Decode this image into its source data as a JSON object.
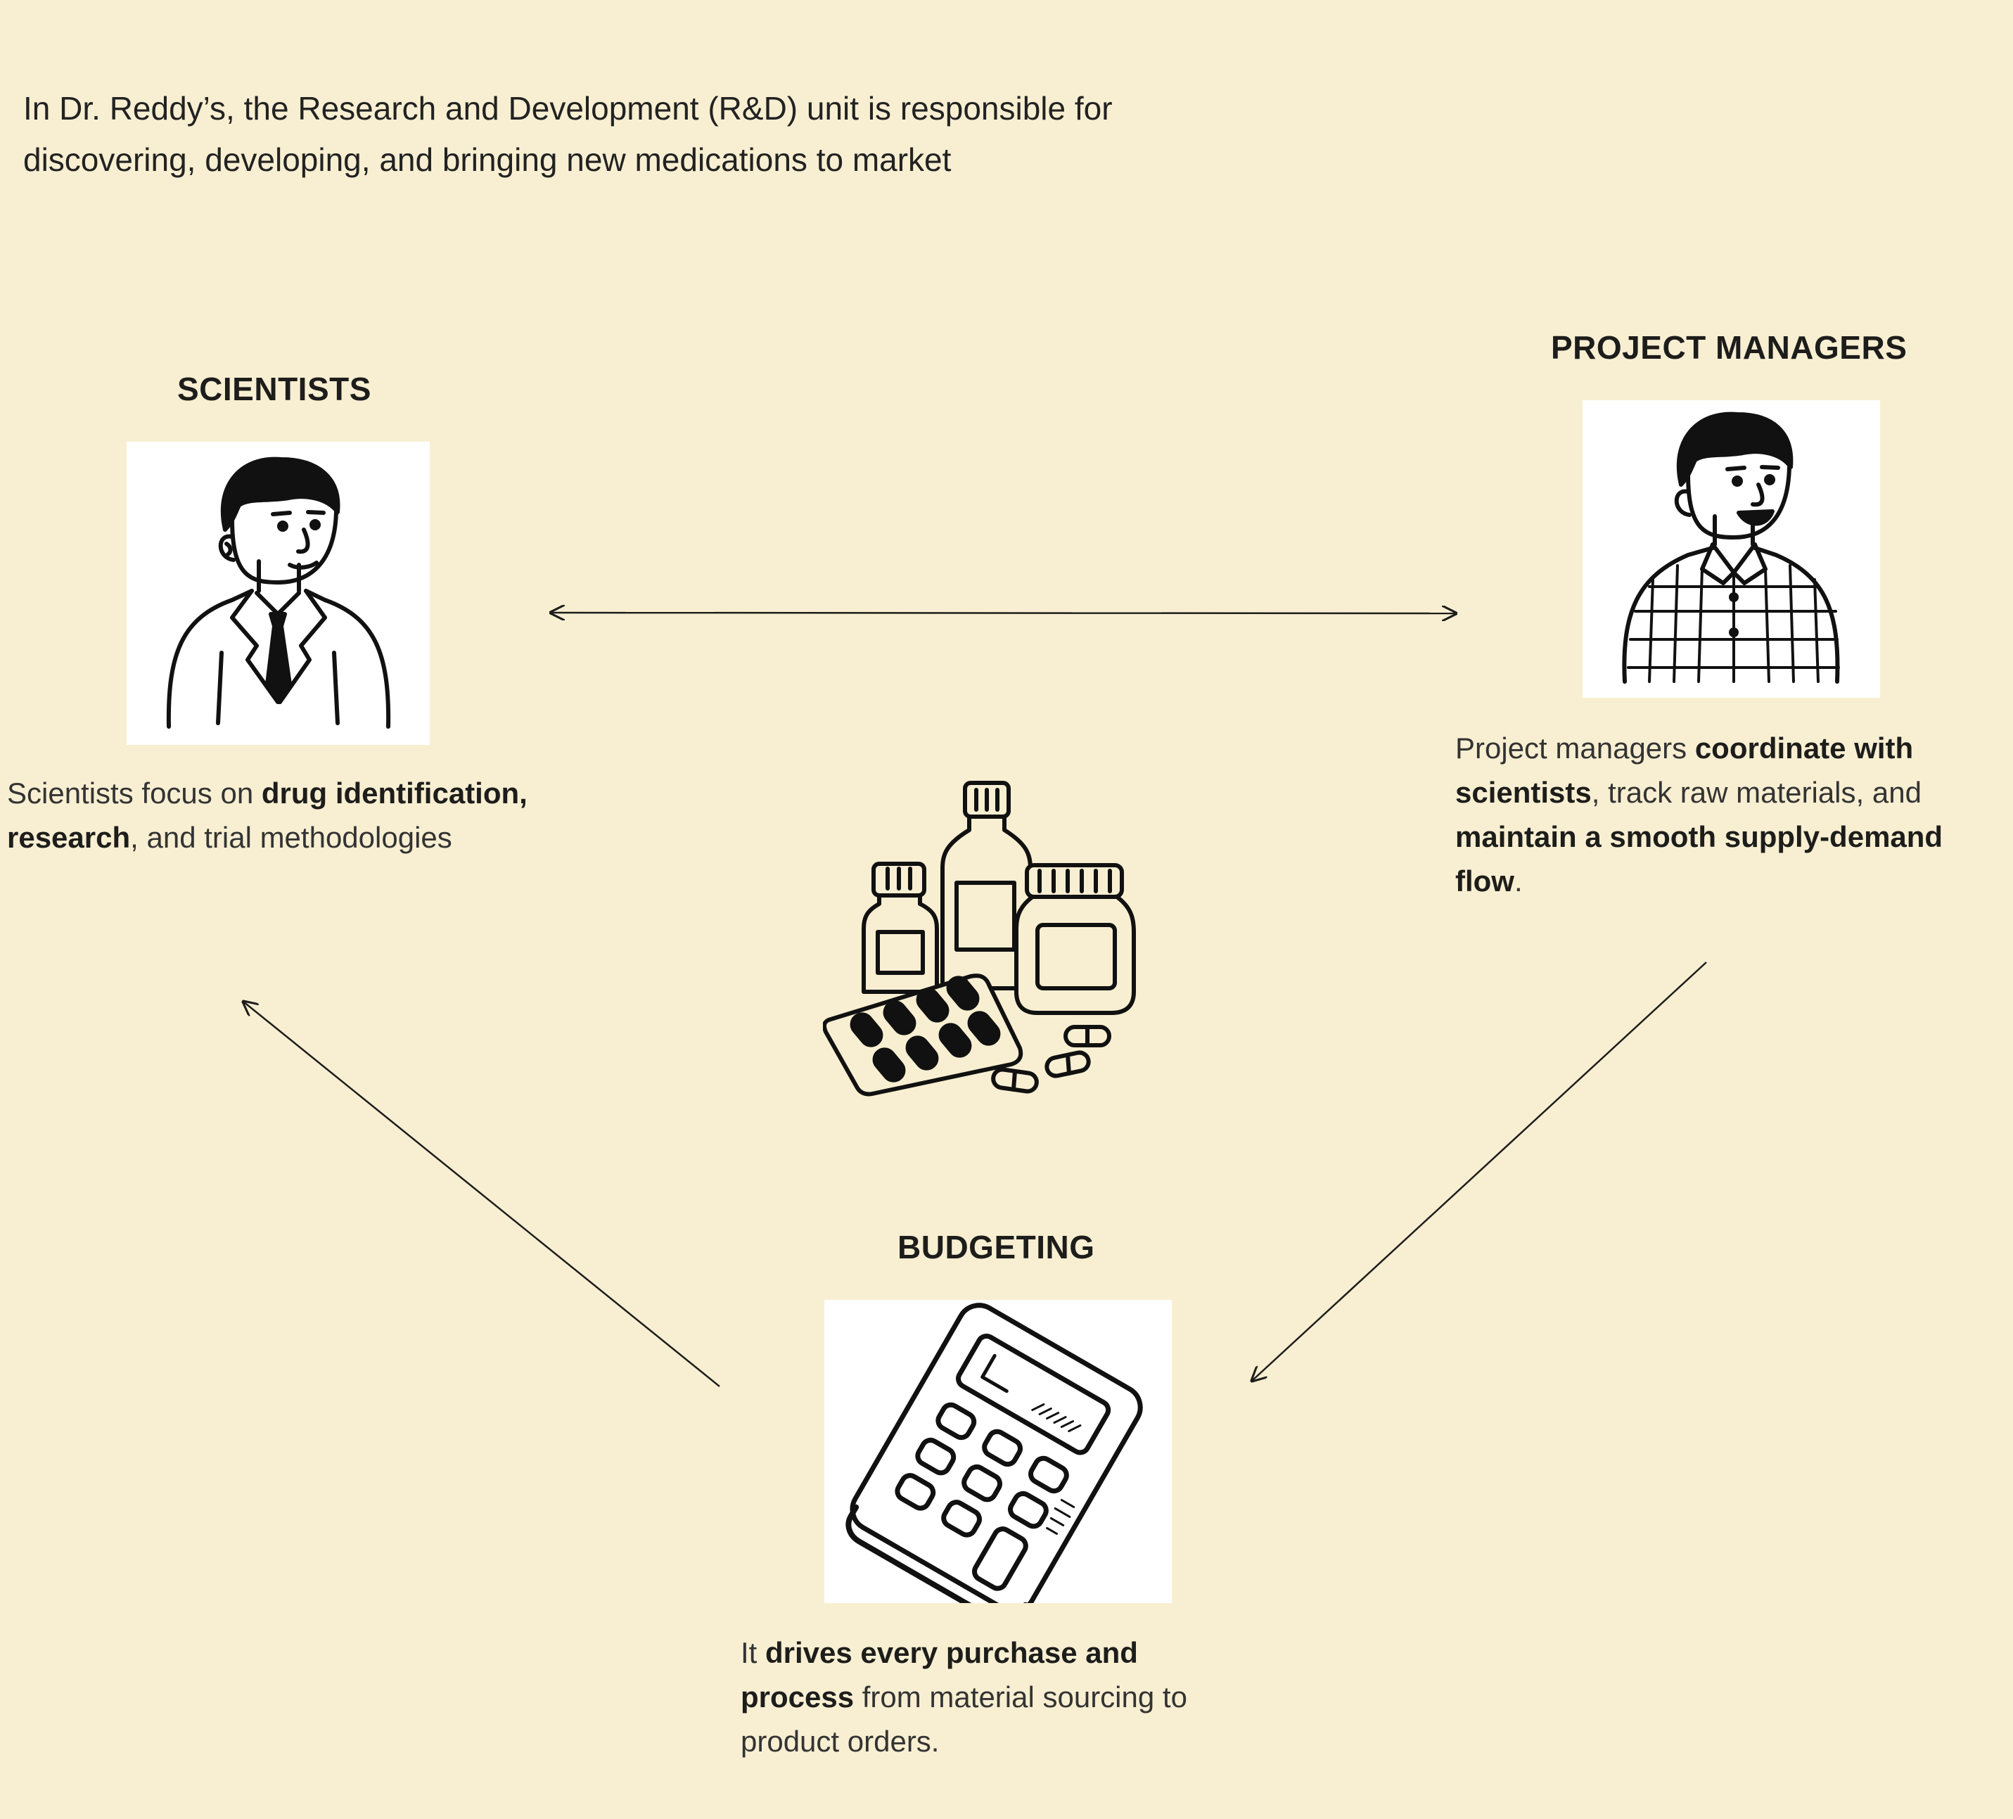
{
  "intro": {
    "line1": "In Dr. Reddy’s, the Research and Development (R&D) unit is responsible for",
    "line2": "discovering, developing, and bringing new medications to market"
  },
  "scientists": {
    "title": "SCIENTISTS",
    "icon": "scientist-icon",
    "desc": {
      "p1": "Scientists focus on ",
      "b1": "drug identification, research",
      "p2": ", and trial methodologies"
    }
  },
  "project_managers": {
    "title": "PROJECT MANAGERS",
    "icon": "project-manager-icon",
    "desc": {
      "p1": "Project managers ",
      "b1": "coordinate with scientists",
      "p2": ", track raw materials, and ",
      "b2": "maintain a smooth supply-demand flow",
      "p3": "."
    }
  },
  "budgeting": {
    "title": "BUDGETING",
    "icon": "calculator-icon",
    "desc": {
      "p1": "It ",
      "b1": "drives every purchase and process",
      "p2": " from material sourcing to product orders."
    }
  },
  "center_icon": "medicines-icon",
  "colors": {
    "background": "#f8efd2",
    "text": "#1d1d1b",
    "card": "#ffffff"
  }
}
